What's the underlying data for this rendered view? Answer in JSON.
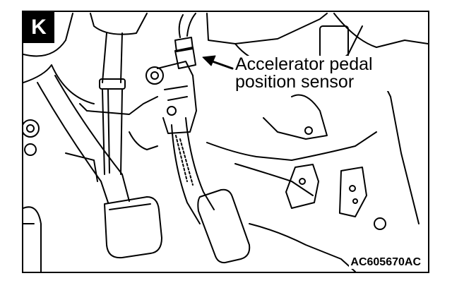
{
  "badge": {
    "letter": "K"
  },
  "callout": {
    "line1": "Accelerator pedal",
    "line2": "position sensor"
  },
  "figure_code": "AC605670AC",
  "colors": {
    "ink": "#000000",
    "paper": "#ffffff"
  }
}
